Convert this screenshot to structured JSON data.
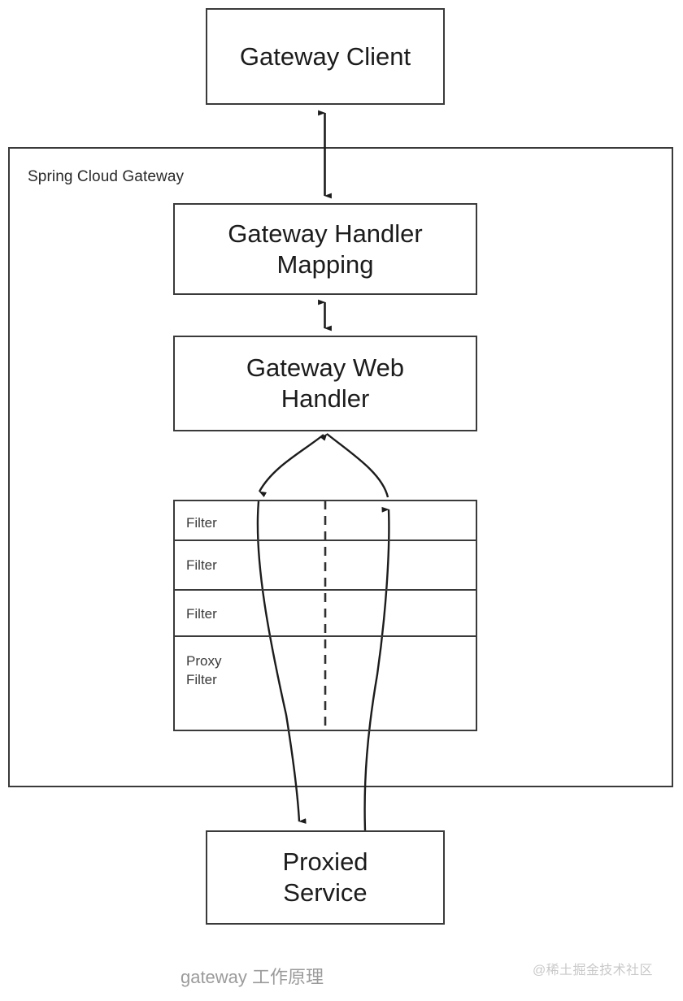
{
  "diagram": {
    "title": "gateway 工作原理",
    "watermark": "@稀土掘金技术社区",
    "colors": {
      "stroke": "#3a3a3a",
      "text": "#1c1c1c",
      "muted_text": "#3b3b3b",
      "caption": "#9b9b9b",
      "watermark": "#c9c9c9",
      "background": "#ffffff"
    },
    "nodes": {
      "client": "Gateway Client",
      "handler_mapping": "Gateway Handler\nMapping",
      "web_handler": "Gateway Web\nHandler",
      "proxied_service": "Proxied\nService"
    },
    "container": {
      "label": "Spring Cloud Gateway"
    },
    "filter_stack": {
      "rows": [
        {
          "label": "Filter"
        },
        {
          "label": "Filter"
        },
        {
          "label": "Filter"
        },
        {
          "label": "Proxy\nFilter"
        }
      ]
    },
    "connectors": [
      {
        "name": "client-to-handler-mapping",
        "from": "Gateway Client",
        "to": "Gateway Handler Mapping",
        "style": "solid",
        "arrows": "both"
      },
      {
        "name": "handler-mapping-to-web-handler",
        "from": "Gateway Handler Mapping",
        "to": "Gateway Web Handler",
        "style": "solid",
        "arrows": "both"
      },
      {
        "name": "web-handler-to-filters-down",
        "from": "Gateway Web Handler",
        "to": "Filter chain",
        "style": "curved",
        "arrows": "forward"
      },
      {
        "name": "filters-to-web-handler-up",
        "from": "Filter chain",
        "to": "Gateway Web Handler",
        "style": "curved",
        "arrows": "forward"
      },
      {
        "name": "proxy-filter-to-proxied-service",
        "from": "Proxy Filter",
        "to": "Proxied Service",
        "style": "curved",
        "arrows": "forward"
      },
      {
        "name": "proxied-service-to-proxy-filter",
        "from": "Proxied Service",
        "to": "Proxy Filter",
        "style": "curved",
        "arrows": "forward"
      }
    ]
  }
}
